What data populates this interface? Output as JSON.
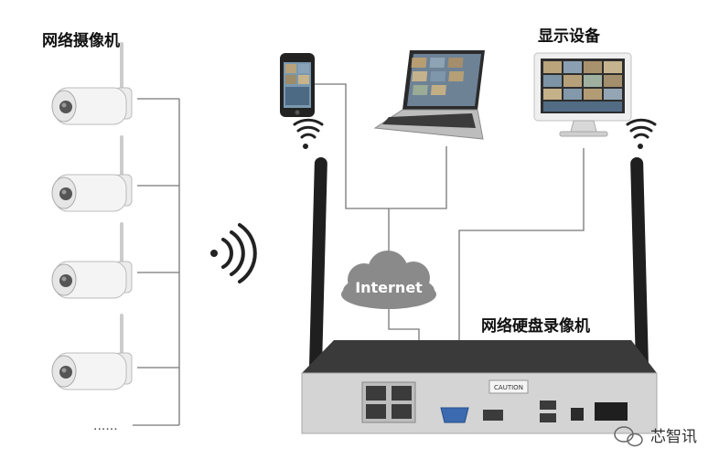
{
  "labels": {
    "cameras": "网络摄像机",
    "display": "显示设备",
    "nvr": "网络硬盘录像机",
    "internet": "Internet",
    "dots": "......"
  },
  "watermark": {
    "text": "芯智讯",
    "icon": "wechat-icon"
  },
  "nvr_panel": {
    "sticker_text": "CAUTION"
  },
  "colors": {
    "line": "#777777",
    "cloud": "#8a8a8a",
    "nvr_body": "#d4d4d4",
    "nvr_top": "#3a3a3a",
    "antenna": "#1f1f1f",
    "screen": "#6a8aa0"
  }
}
